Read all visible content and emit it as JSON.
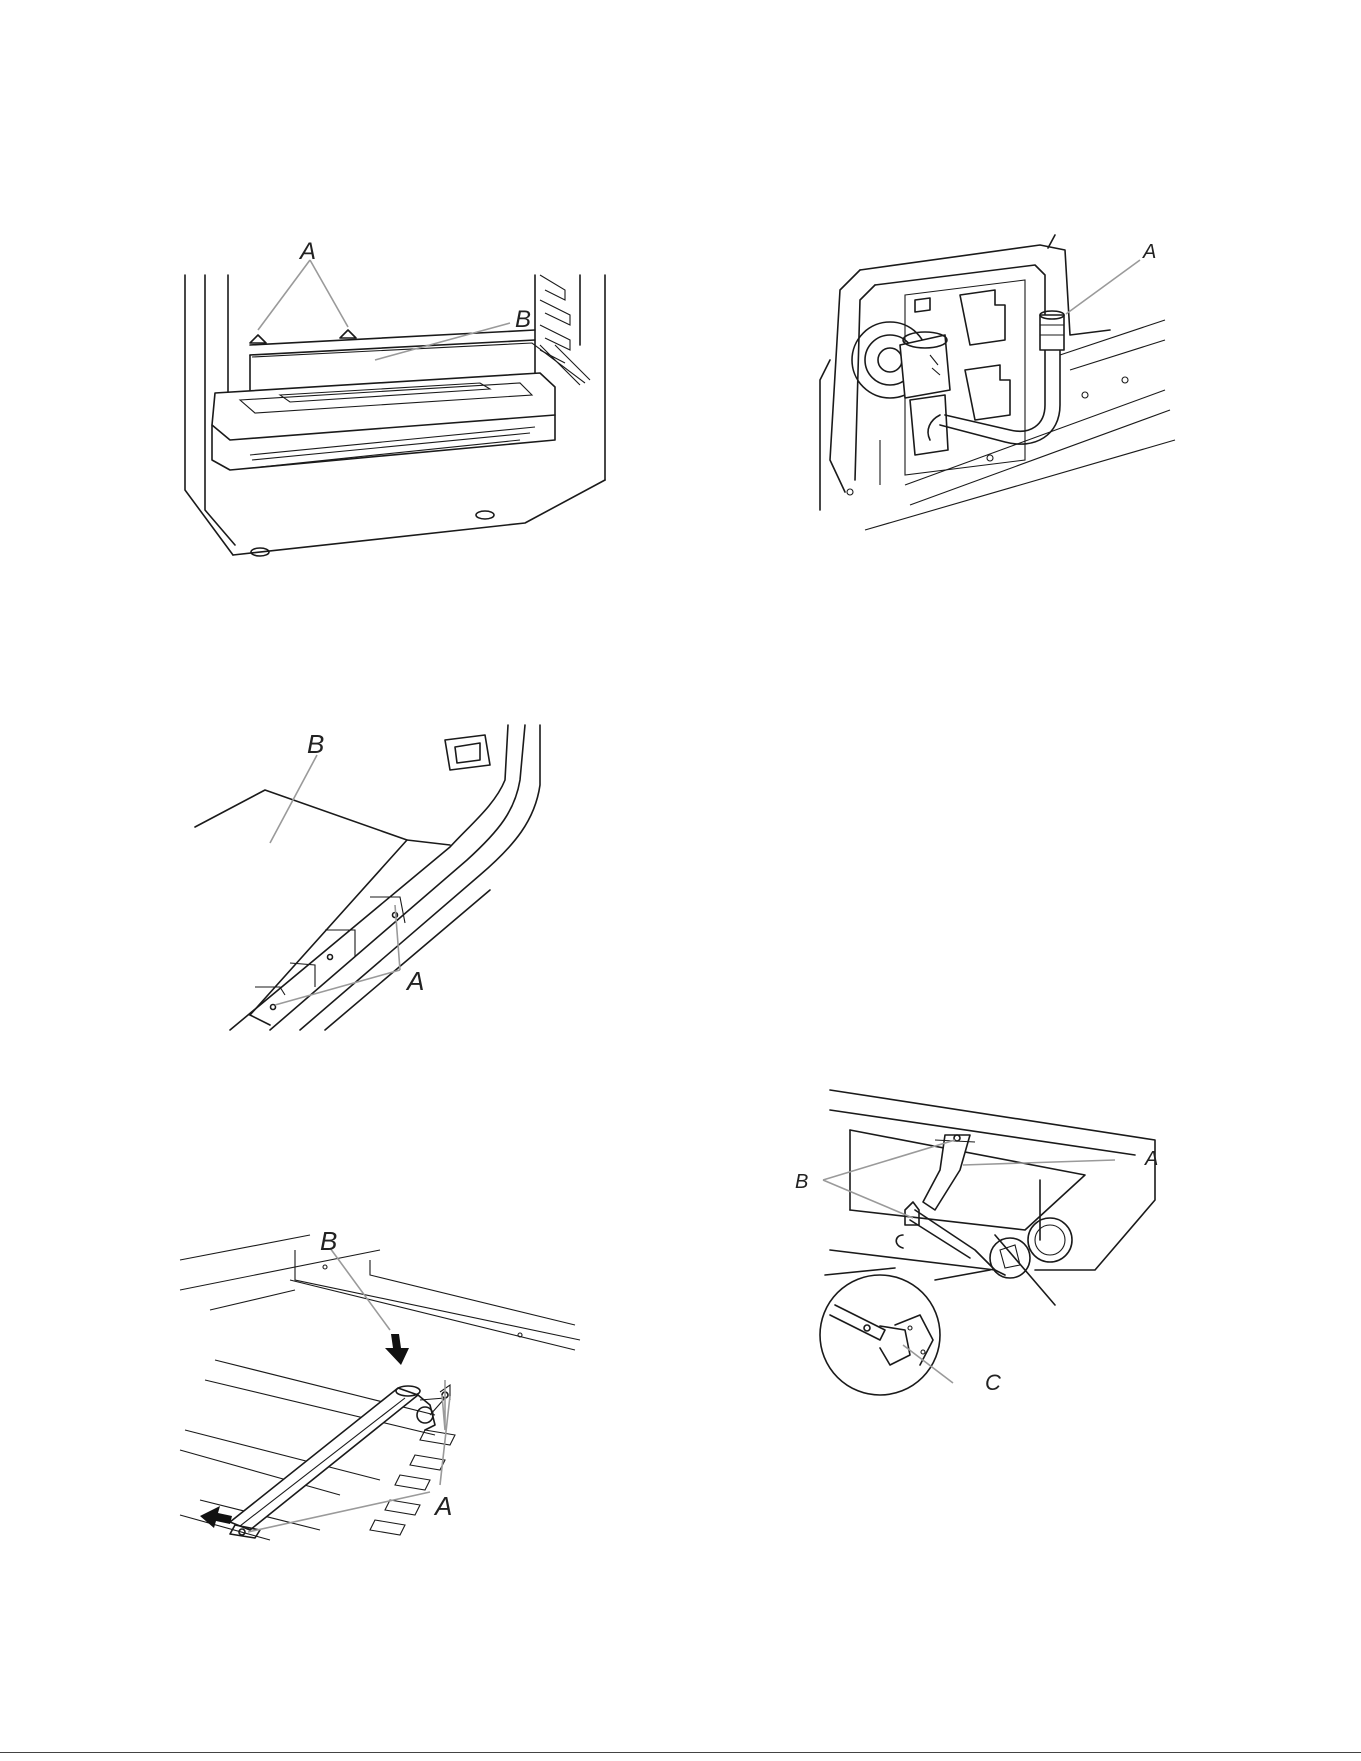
{
  "figures": [
    {
      "id": "oven-cavity",
      "labels": {
        "a": "A",
        "b": "B"
      }
    },
    {
      "id": "igniter-detail",
      "labels": {
        "a": "A"
      }
    },
    {
      "id": "bottom-panel",
      "labels": {
        "a": "A",
        "b": "B"
      }
    },
    {
      "id": "burner-removal",
      "labels": {
        "a": "A",
        "b": "B"
      }
    },
    {
      "id": "burner-bracket",
      "labels": {
        "a": "A",
        "b": "B",
        "c": "C"
      }
    }
  ]
}
